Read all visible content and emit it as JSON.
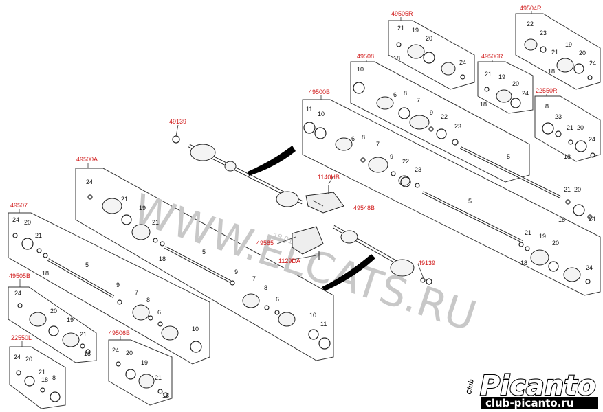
{
  "diagram": {
    "labels": {
      "L49505R": "49505R",
      "L49504R": "49504R",
      "L49508": "49508",
      "L49506R": "49506R",
      "L22550R": "22550R",
      "L49500B": "49500B",
      "L49139a": "49139",
      "L49139b": "49139",
      "L49500A": "49500A",
      "L1140HB": "1140HB",
      "L49548B": "49548B",
      "L49585": "49585",
      "L1129DA": "1129DA",
      "L49507": "49507",
      "L49505B": "49505B",
      "L49506B": "49506B",
      "L22550L": "22550L"
    },
    "watermark": "WWW.ELCATS.RU",
    "watermark_date": "18.01.2014",
    "logo": {
      "brand": "Picanto",
      "club": "Club",
      "site": "club-picanto.ru"
    }
  }
}
